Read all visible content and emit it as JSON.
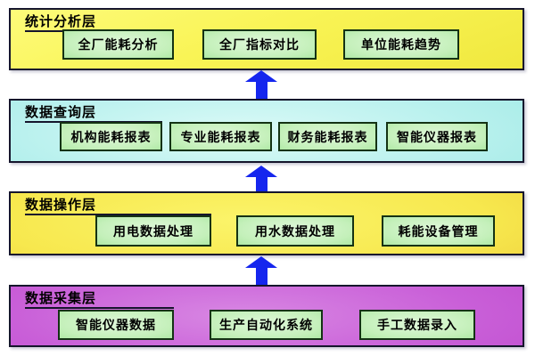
{
  "diagram": {
    "colors": {
      "layer_yellow": "#F8F24E",
      "layer_cyan": "#B2EFEC",
      "layer_magenta": "#C75BD6",
      "node_green": "#C3F0BA",
      "arrow_blue": "#1526EE",
      "border_dark": "#15152c"
    },
    "layers": [
      {
        "label": "统计分析层",
        "boxes": [
          "全厂能耗分析",
          "全厂指标对比",
          "单位能耗趋势"
        ]
      },
      {
        "label": "数据查询层",
        "boxes": [
          "机构能耗报表",
          "专业能耗报表",
          "财务能耗报表",
          "智能仪器报表"
        ]
      },
      {
        "label": "数据操作层",
        "boxes": [
          "用电数据处理",
          "用水数据处理",
          "耗能设备管理"
        ]
      },
      {
        "label": "数据采集层",
        "boxes": [
          "智能仪器数据",
          "生产自动化系统",
          "手工数据录入"
        ]
      }
    ]
  }
}
